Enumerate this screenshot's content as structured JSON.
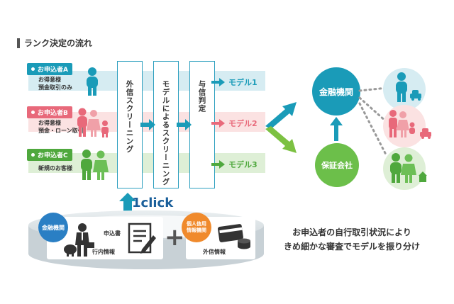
{
  "section_title": "ランク決定の流れ",
  "applicants": [
    {
      "tag": "お申込者A",
      "desc": [
        "お得意様",
        "預金取引のみ"
      ],
      "color": "#1a9bb8",
      "bg": "#d6ecf2"
    },
    {
      "tag": "お申込者B",
      "desc": [
        "お得意様",
        "預金・ローン取引"
      ],
      "color": "#e8697a",
      "bg": "#fbe2e2"
    },
    {
      "tag": "お申込者C",
      "desc": [
        "新規のお客様"
      ],
      "color": "#4fa83d",
      "bg": "#deefd6"
    }
  ],
  "steps": [
    "外信スクリーニング",
    "モデルによるスクリーニング",
    "与信判定"
  ],
  "models": [
    {
      "label": "モデル1",
      "color": "#1a9bb8"
    },
    {
      "label": "モデル2",
      "color": "#e8697a"
    },
    {
      "label": "モデル3",
      "color": "#4fa83d"
    }
  ],
  "bank_label": "金融機関",
  "guarantor_label": "保証会社",
  "click_label": "1click",
  "platform": {
    "bank_badge": "金融機関",
    "application_form": "申込書",
    "internal_info": "行内情報",
    "credit_badge": [
      "個人信用",
      "情報機関"
    ],
    "external_info": "外信情報",
    "plus": "+"
  },
  "message": [
    "お申込者の自行取引状況により",
    "きめ細かな審査でモデルを振り分け"
  ],
  "colors": {
    "teal": "#1a9bb8",
    "pink": "#e8697a",
    "green": "#4fa83d",
    "orange": "#f08a2c",
    "navy": "#1f5f9e"
  }
}
